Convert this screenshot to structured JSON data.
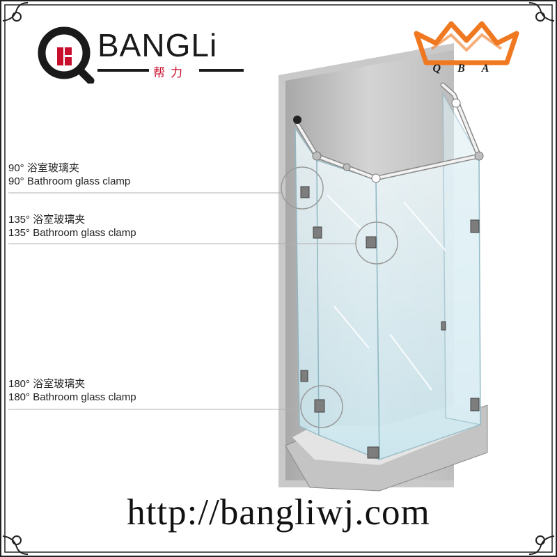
{
  "brand": {
    "name": "BANGLi",
    "name_cn": "帮力",
    "logo_letters": "QBA"
  },
  "labels": [
    {
      "cn": "90° 浴室玻璃夹",
      "en": "90° Bathroom glass clamp"
    },
    {
      "cn": "135° 浴室玻璃夹",
      "en": "135° Bathroom glass clamp"
    },
    {
      "cn": "180° 浴室玻璃夹",
      "en": "180° Bathroom glass clamp"
    }
  ],
  "website": "http://bangliwj.com",
  "colors": {
    "accent_red": "#c8102e",
    "accent_orange": "#f07820",
    "frame_dark": "#1a1a1a",
    "glass": "#d8eef5",
    "wall": "#b8b8b8"
  }
}
